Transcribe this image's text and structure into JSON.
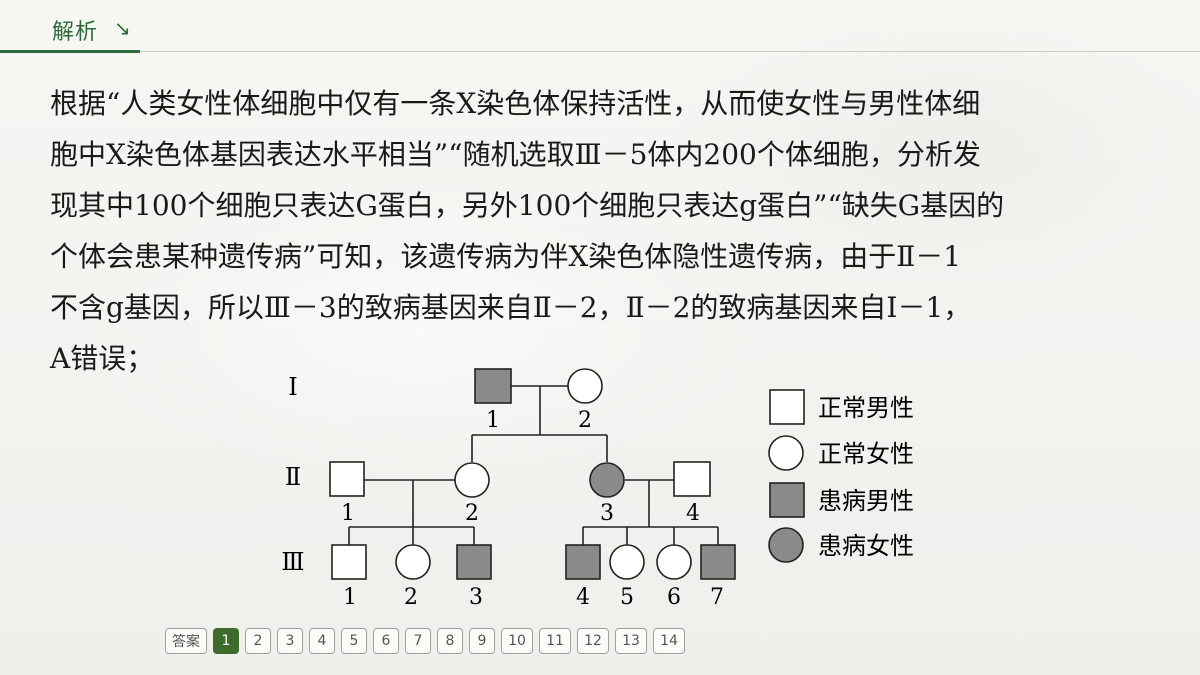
{
  "header": {
    "title": "解析",
    "arrow": "↘"
  },
  "paragraph": [
    "根据“人类女性体细胞中仅有一条X染色体保持活性，从而使女性与男性体细",
    "胞中X染色体基因表达水平相当”“随机选取Ⅲ－5体内200个体细胞，分析发",
    "现其中100个细胞只表达G蛋白，另外100个细胞只表达g蛋白”“缺失G基因的",
    "个体会患某种遗传病”可知，该遗传病为伴X染色体隐性遗传病，由于Ⅱ－1",
    "不含g基因，所以Ⅲ－3的致病基因来自Ⅱ－2，Ⅱ－2的致病基因来自Ⅰ－1，",
    "A错误；"
  ],
  "pedigree": {
    "generations": [
      "Ⅰ",
      "Ⅱ",
      "Ⅲ"
    ],
    "gen1": [
      "1",
      "2"
    ],
    "gen2": [
      "1",
      "2",
      "3",
      "4"
    ],
    "gen3": [
      "1",
      "2",
      "3",
      "4",
      "5",
      "6",
      "7"
    ],
    "legend": [
      "正常男性",
      "正常女性",
      "患病男性",
      "患病女性"
    ],
    "colors": {
      "affected": "#8a8a8a",
      "normal": "#ffffff",
      "line": "#222222"
    }
  },
  "pager": {
    "answer_label": "答案",
    "pages": [
      "1",
      "2",
      "3",
      "4",
      "5",
      "6",
      "7",
      "8",
      "9",
      "10",
      "11",
      "12",
      "13",
      "14"
    ],
    "active": "1"
  }
}
